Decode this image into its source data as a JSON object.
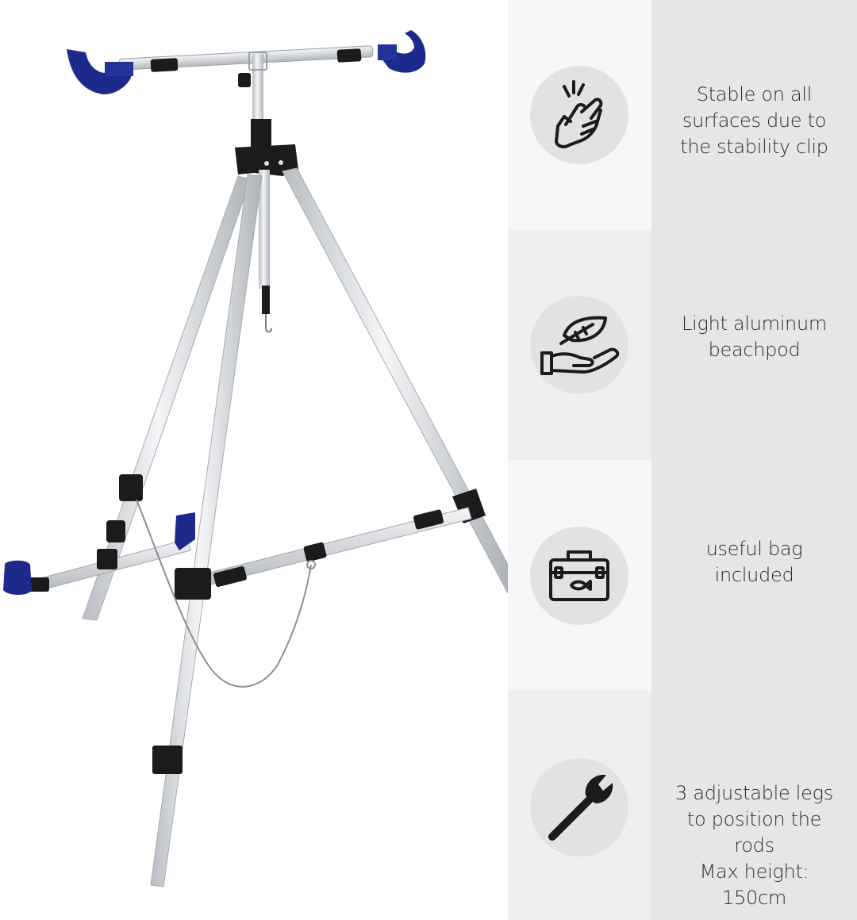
{
  "colors": {
    "page_background": "#ffffff",
    "icon_column_light": "#f7f7f7",
    "icon_column_alt": "#efefef",
    "text_column": "#e6e6e6",
    "icon_circle": "#e2e2e2",
    "text": "#2e2e2e",
    "rod_rest_blue": "#1d2a8c",
    "aluminum": "#dcdfe3"
  },
  "product": {
    "image_description_icon": "fishing-rod-tripod-image"
  },
  "features": [
    {
      "icon": "snap-fingers-icon",
      "text": "Stable on all\nsurfaces due to\nthe stability clip"
    },
    {
      "icon": "feather-in-hand-icon",
      "text": "Light aluminum\nbeachpod"
    },
    {
      "icon": "fish-bag-icon",
      "text": "useful bag\nincluded"
    },
    {
      "icon": "wrench-icon",
      "text": "3 adjustable legs\nto position the\nrods\nMax height:\n150cm"
    }
  ]
}
